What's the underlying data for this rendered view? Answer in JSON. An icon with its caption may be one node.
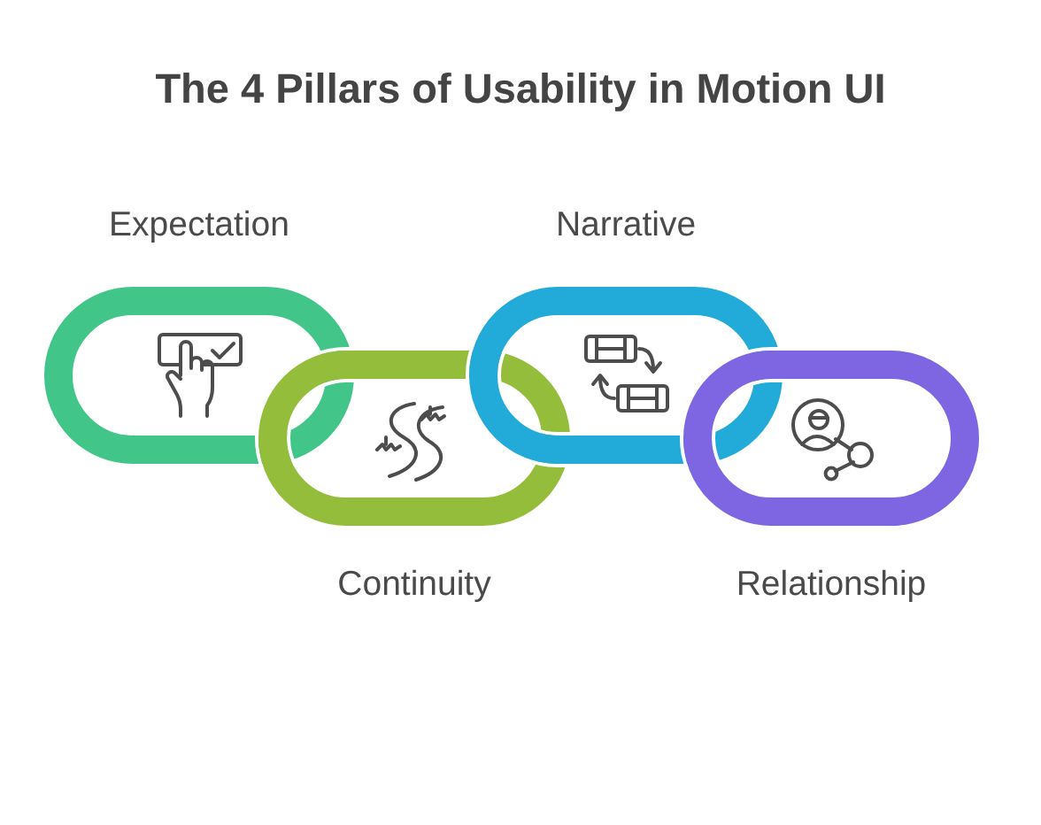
{
  "diagram": {
    "title": "The 4 Pillars of Usability in Motion UI",
    "nodes": [
      {
        "text": [
          "Expectation"
        ]
      },
      {
        "text": [
          "Continuity"
        ]
      },
      {
        "text": [
          "Narrative"
        ]
      },
      {
        "text": [
          "Relationship"
        ]
      }
    ]
  }
}
